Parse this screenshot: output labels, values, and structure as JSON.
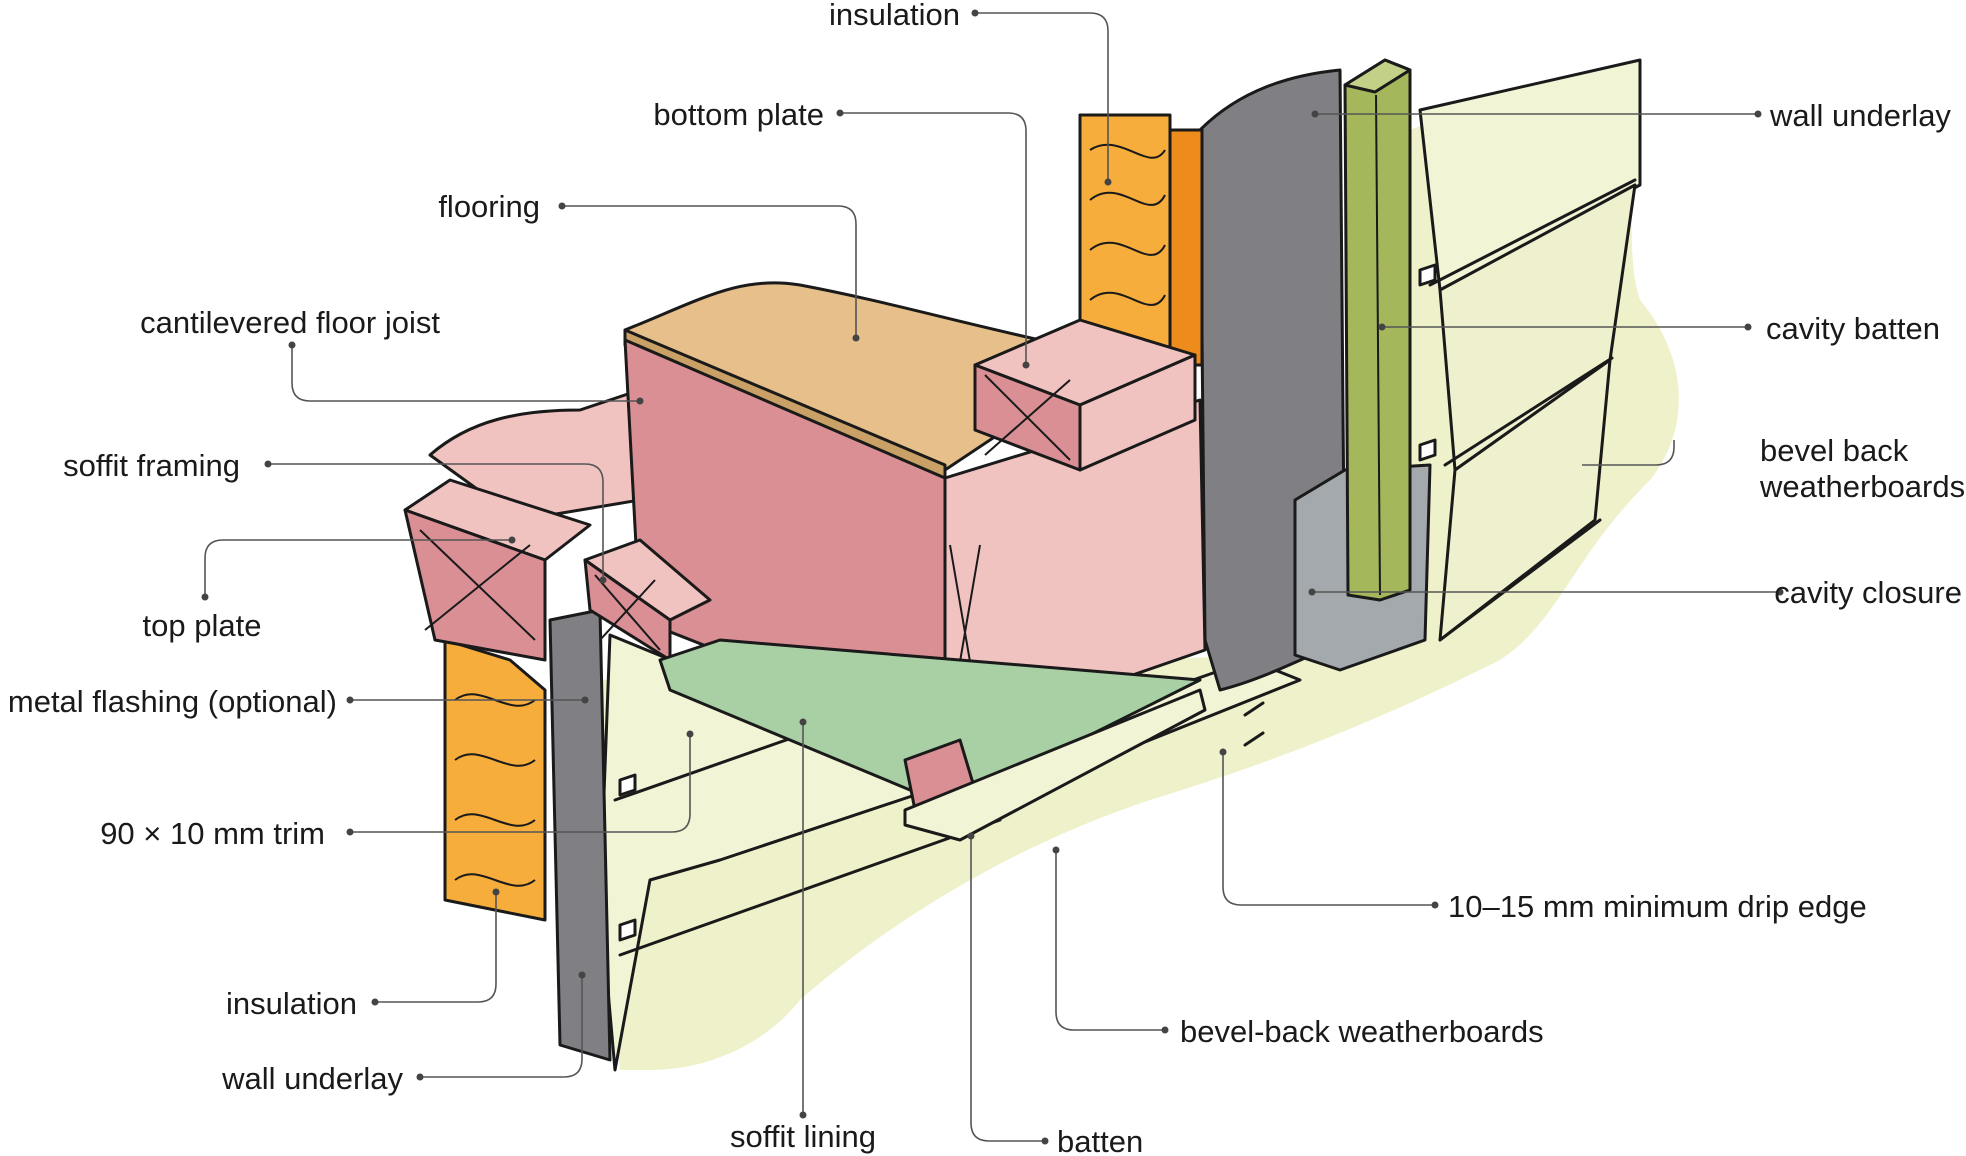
{
  "colors": {
    "background_wash": "#eef1c9",
    "flooring": "#e6bf8b",
    "joist": "#d98f94",
    "joist_light": "#f0c3c1",
    "insulation": "#f6ad3c",
    "insulation_edge": "#ee8b1d",
    "wall_underlay": "#7f7f84",
    "cavity_batten": "#a4b75a",
    "cavity_closure": "#a3a9ad",
    "soffit_lining": "#a9cfa5",
    "weatherboard": "#f2f4d6",
    "ink": "#1a1a1a"
  },
  "labels": {
    "insulation_top": "insulation",
    "bottom_plate": "bottom plate",
    "flooring": "flooring",
    "cantilevered_floor_joist": "cantilevered floor joist",
    "soffit_framing": "soffit framing",
    "top_plate": "top plate",
    "metal_flashing": "metal flashing (optional)",
    "trim": "90 × 10 mm trim",
    "insulation_bottom": "insulation",
    "wall_underlay_left": "wall underlay",
    "soffit_lining": "soffit lining",
    "batten": "batten",
    "bevel_back_weatherboards_bottom": "bevel-back weatherboards",
    "drip_edge": "10–15 mm minimum drip edge",
    "cavity_closure": "cavity closure",
    "bevel_back_line1": "bevel back",
    "bevel_back_line2": "weatherboards",
    "cavity_batten": "cavity batten",
    "wall_underlay_right": "wall underlay"
  }
}
